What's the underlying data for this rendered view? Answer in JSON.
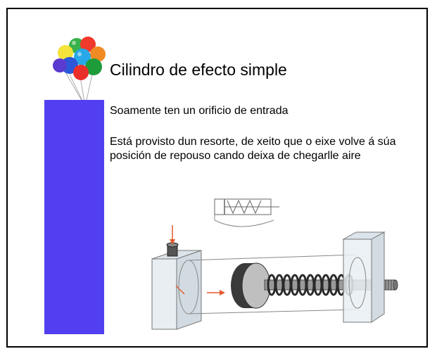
{
  "slide": {
    "title": "Cilindro de efecto simple",
    "bullets": [
      "Soamente ten un orificio de entrada",
      "Está provisto dun resorte, de xeito que o eixe volve á súa posición de repouso cando deixa de chegarlle aire"
    ]
  },
  "colors": {
    "side_bar": "#5240f0",
    "arrow": "#e45a2e"
  },
  "icons": [
    "balloons-icon",
    "cylinder-symbol",
    "cylinder-illustration"
  ]
}
